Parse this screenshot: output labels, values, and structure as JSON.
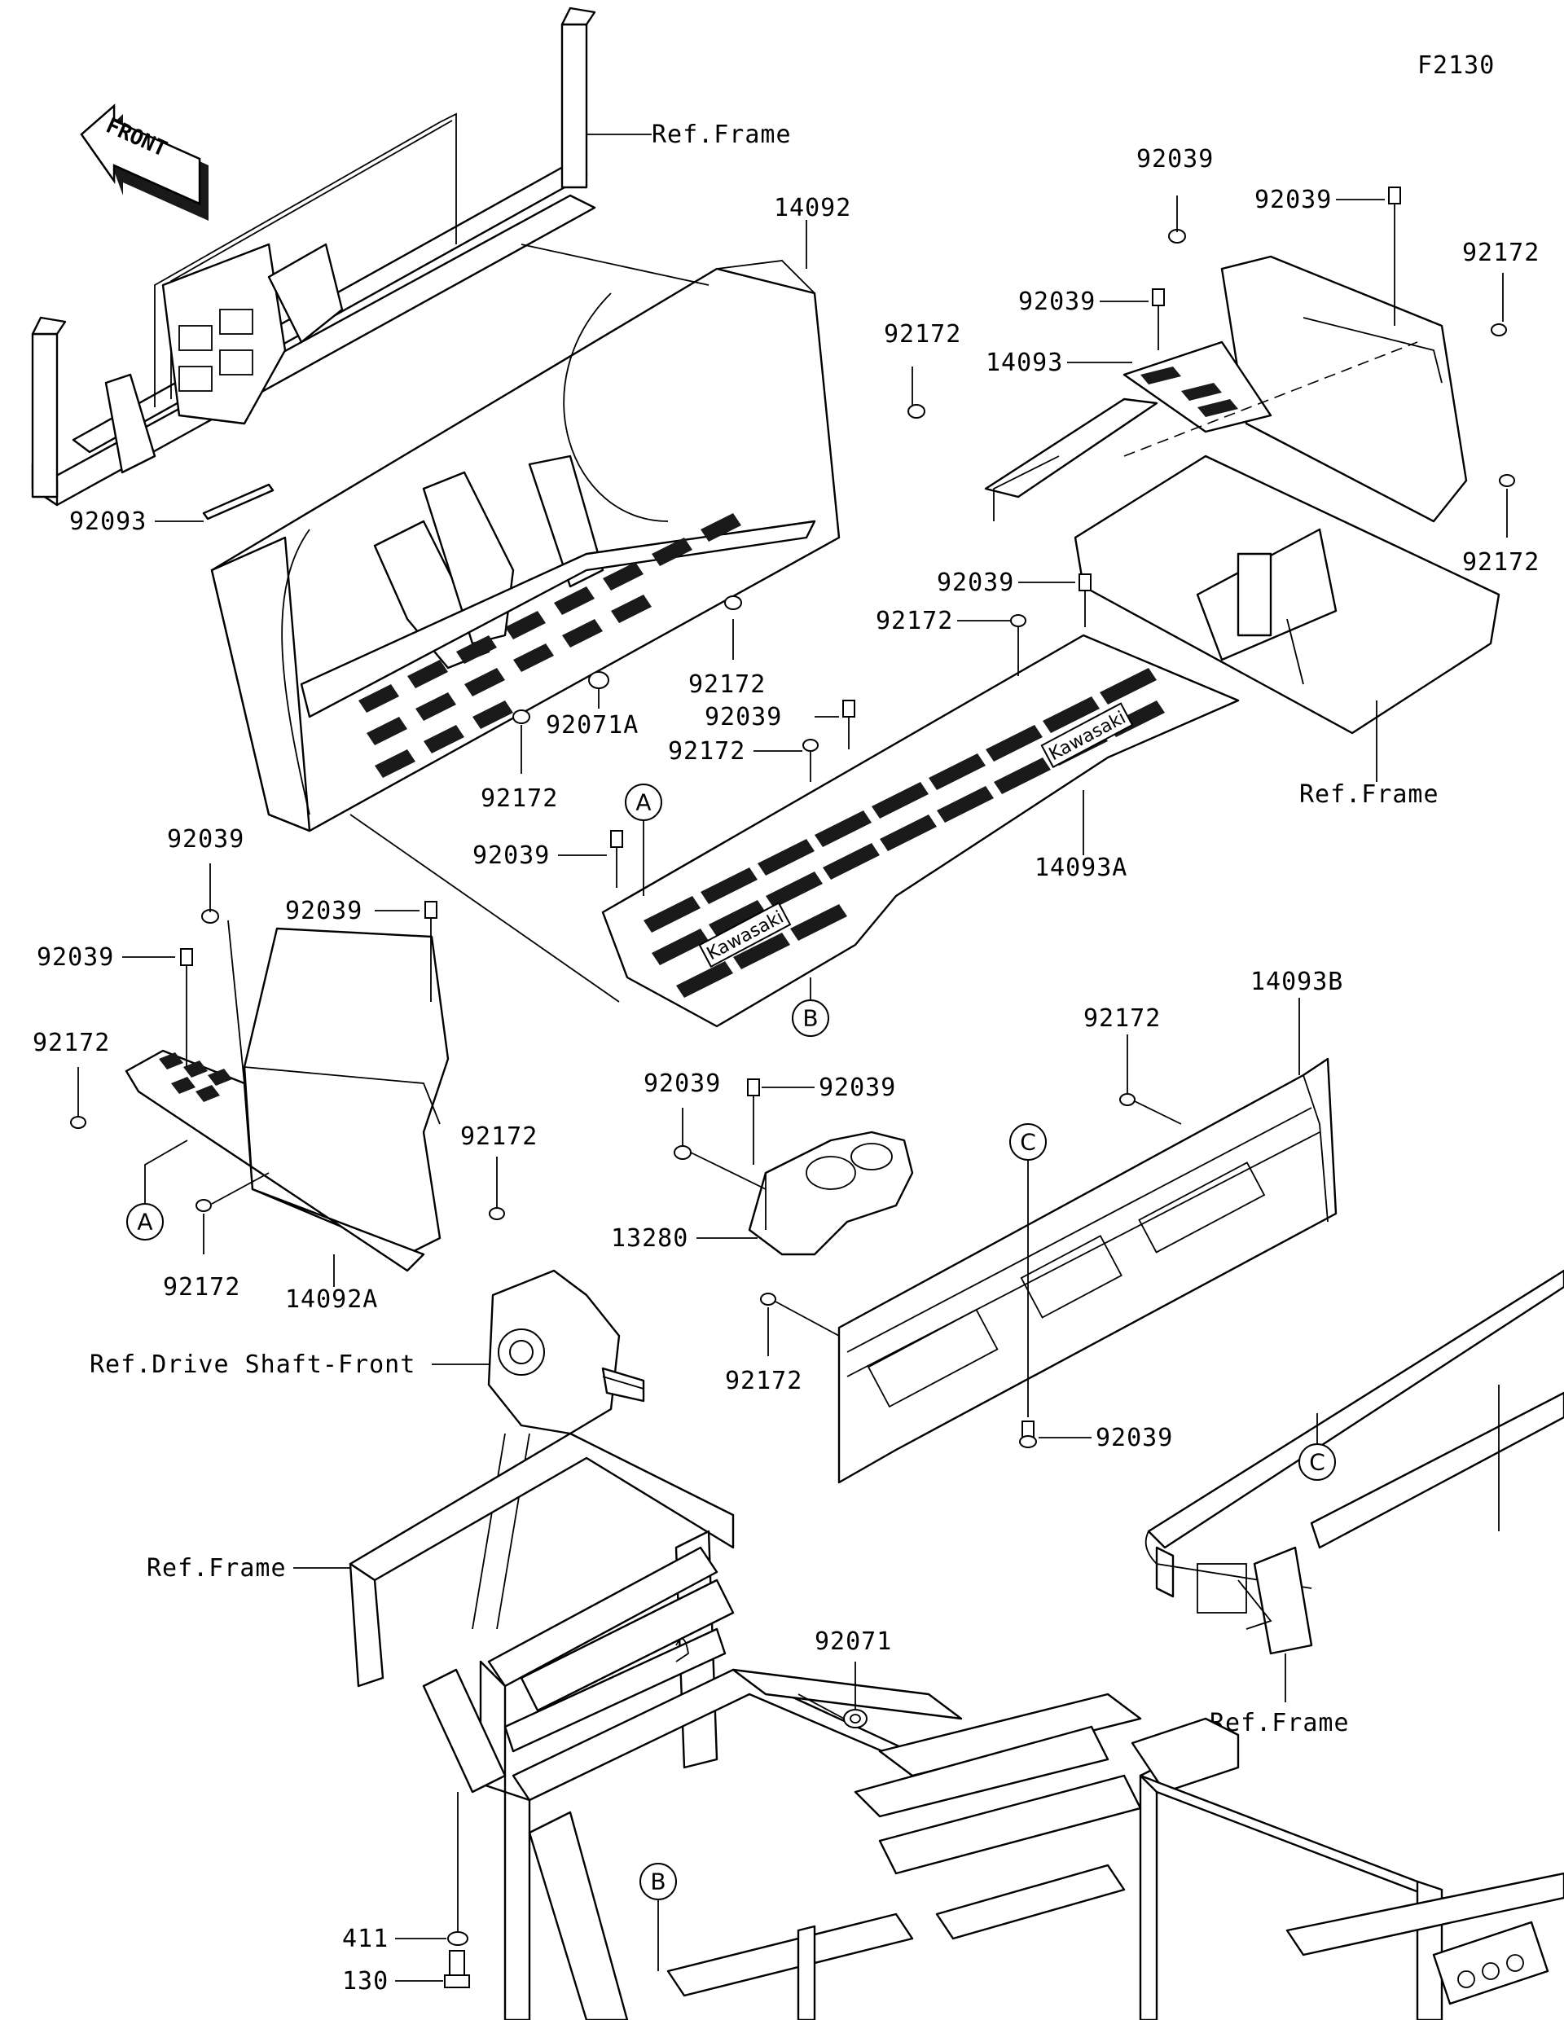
{
  "diagram_code": "F2130",
  "front_arrow": "FRONT",
  "labels": {
    "ref_frame": "Ref.Frame",
    "ref_drive_shaft_front": "Ref.Drive Shaft-Front",
    "p14092": "14092",
    "p14092a": "14092A",
    "p14093": "14093",
    "p14093a": "14093A",
    "p14093b": "14093B",
    "p13280": "13280",
    "p92039": "92039",
    "p92172": "92172",
    "p92093": "92093",
    "p92071": "92071",
    "p92071a": "92071A",
    "p411": "411",
    "p130": "130"
  },
  "callouts": {
    "a": "A",
    "b": "B",
    "c": "C"
  },
  "mat_brand": "Kawasaki"
}
